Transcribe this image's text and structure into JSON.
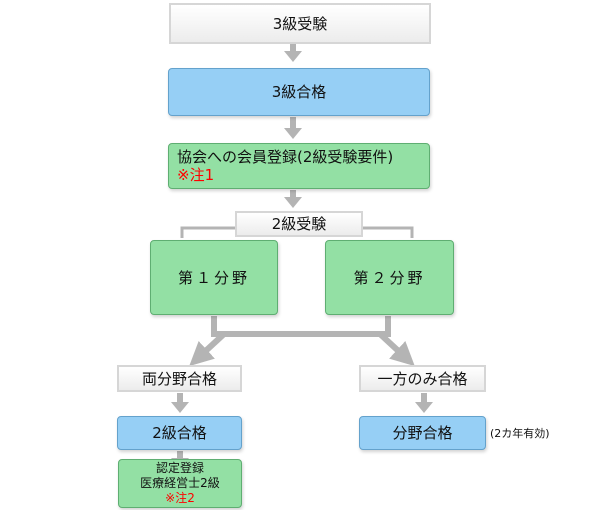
{
  "nodes": {
    "exam3": "3級受験",
    "pass3": "3級合格",
    "register": "協会への会員登録(2級受験要件)",
    "note1": "※注1",
    "exam2": "2級受験",
    "field1": "第１分野",
    "field2": "第２分野",
    "both_pass": "両分野合格",
    "one_pass": "一方のみ合格",
    "pass2": "2級合格",
    "field_pass": "分野合格",
    "validity": "(2カ年有効)",
    "cert_line1": "認定登録",
    "cert_line2": "医療経営士2級",
    "note2": "※注2"
  },
  "colors": {
    "gray_border": "#d6d6d6",
    "blue_fill": "#96cff5",
    "green_fill": "#93e0a4",
    "arrow": "#b4b4b4",
    "note_red": "#ff0000"
  }
}
